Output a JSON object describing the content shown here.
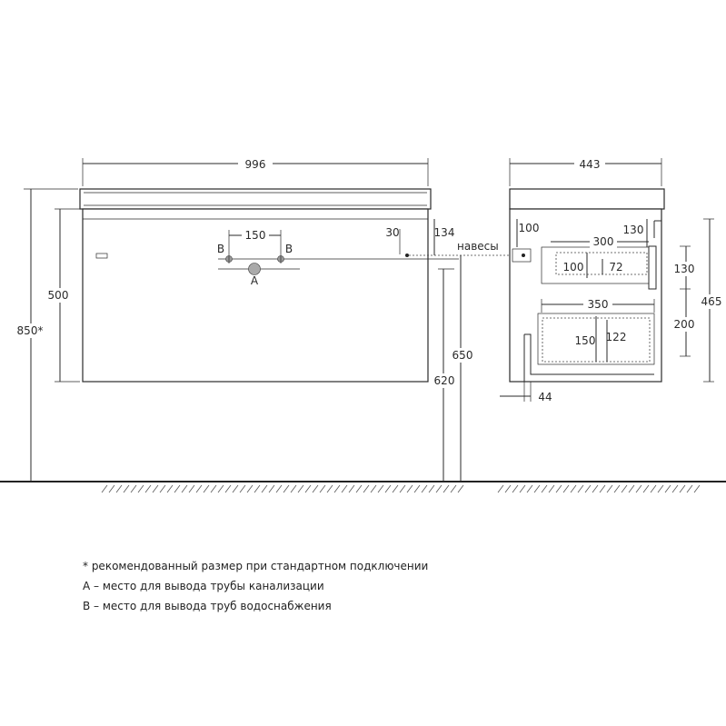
{
  "front_view": {
    "width": "996",
    "height_total": "850*",
    "body_height": "500",
    "pipe_spacing": "150",
    "pipe_b_left": "B",
    "pipe_b_right": "B",
    "pipe_a": "A",
    "hinge_offset": "30",
    "hinge_drop": "134",
    "hinge_label": "навесы",
    "floor_to_hinge": "650",
    "floor_to_bottom": "620"
  },
  "side_view": {
    "depth": "443",
    "top_drop": "100",
    "rail_drop": "130",
    "upper_drawer_depth": "300",
    "upper_drawer_height": "100",
    "upper_drawer_inner": "72",
    "upper_drawer_front": "130",
    "lower_drawer_depth": "350",
    "lower_drawer_height": "150",
    "lower_drawer_inner": "122",
    "lower_drawer_front": "200",
    "side_height": "465",
    "bottom_offset": "44"
  },
  "notes": [
    "* рекомендованный размер при стандартном подключении",
    "A – место для вывода трубы канализации",
    "B – место для вывода труб водоснабжения"
  ]
}
